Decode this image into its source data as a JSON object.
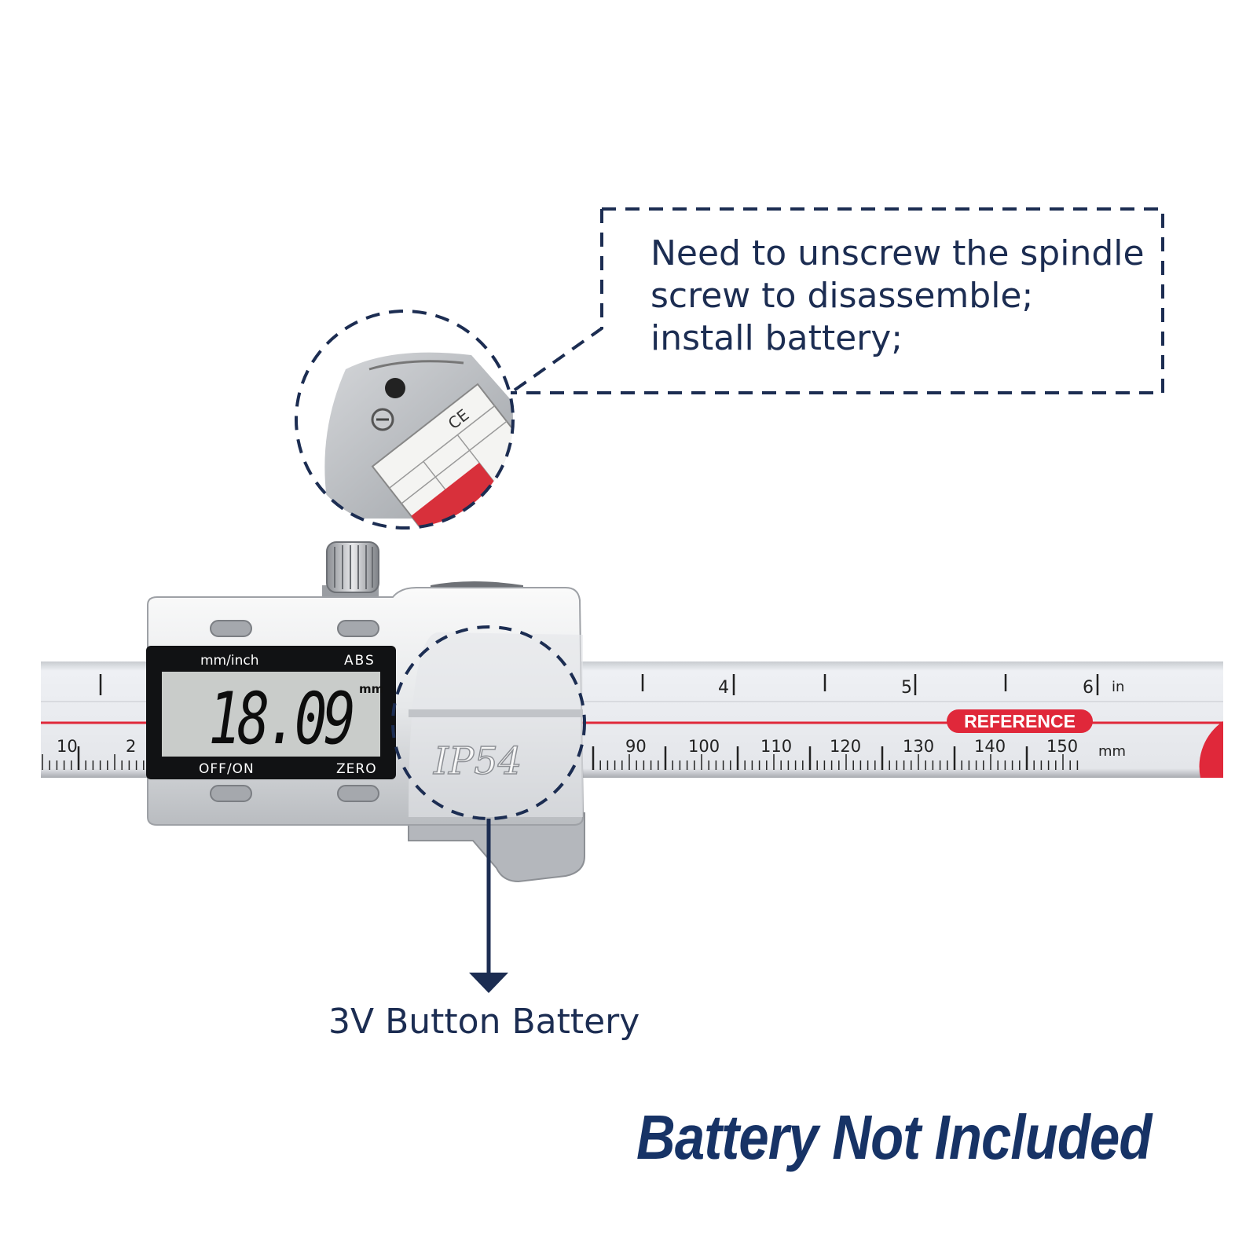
{
  "callout": {
    "lines": [
      "Need to unscrew the spindle",
      "screw to disassemble;",
      "install battery;"
    ]
  },
  "battery_label": "3V Button Battery",
  "banner": "Battery Not Included",
  "caliper": {
    "display": {
      "top_left": "mm/inch",
      "top_right": "ABS",
      "reading": "18.09",
      "unit": "mm",
      "bottom_left": "OFF/ON",
      "bottom_right": "ZERO"
    },
    "rating": "IP54",
    "scale": {
      "inch_labels": [
        "4",
        "5",
        "6"
      ],
      "inch_unit": "in",
      "reference": "REFERENCE",
      "mm_labels": [
        "90",
        "100",
        "110",
        "120",
        "130",
        "140",
        "150"
      ],
      "mm_left_labels": [
        "10",
        "2"
      ],
      "mm_unit": "mm"
    },
    "label_plate_text": "CE"
  },
  "colors": {
    "text": "#1c2d52",
    "banner": "#173366",
    "reference_red": "#e0283a",
    "lcd_bg": "#c9ccca"
  }
}
